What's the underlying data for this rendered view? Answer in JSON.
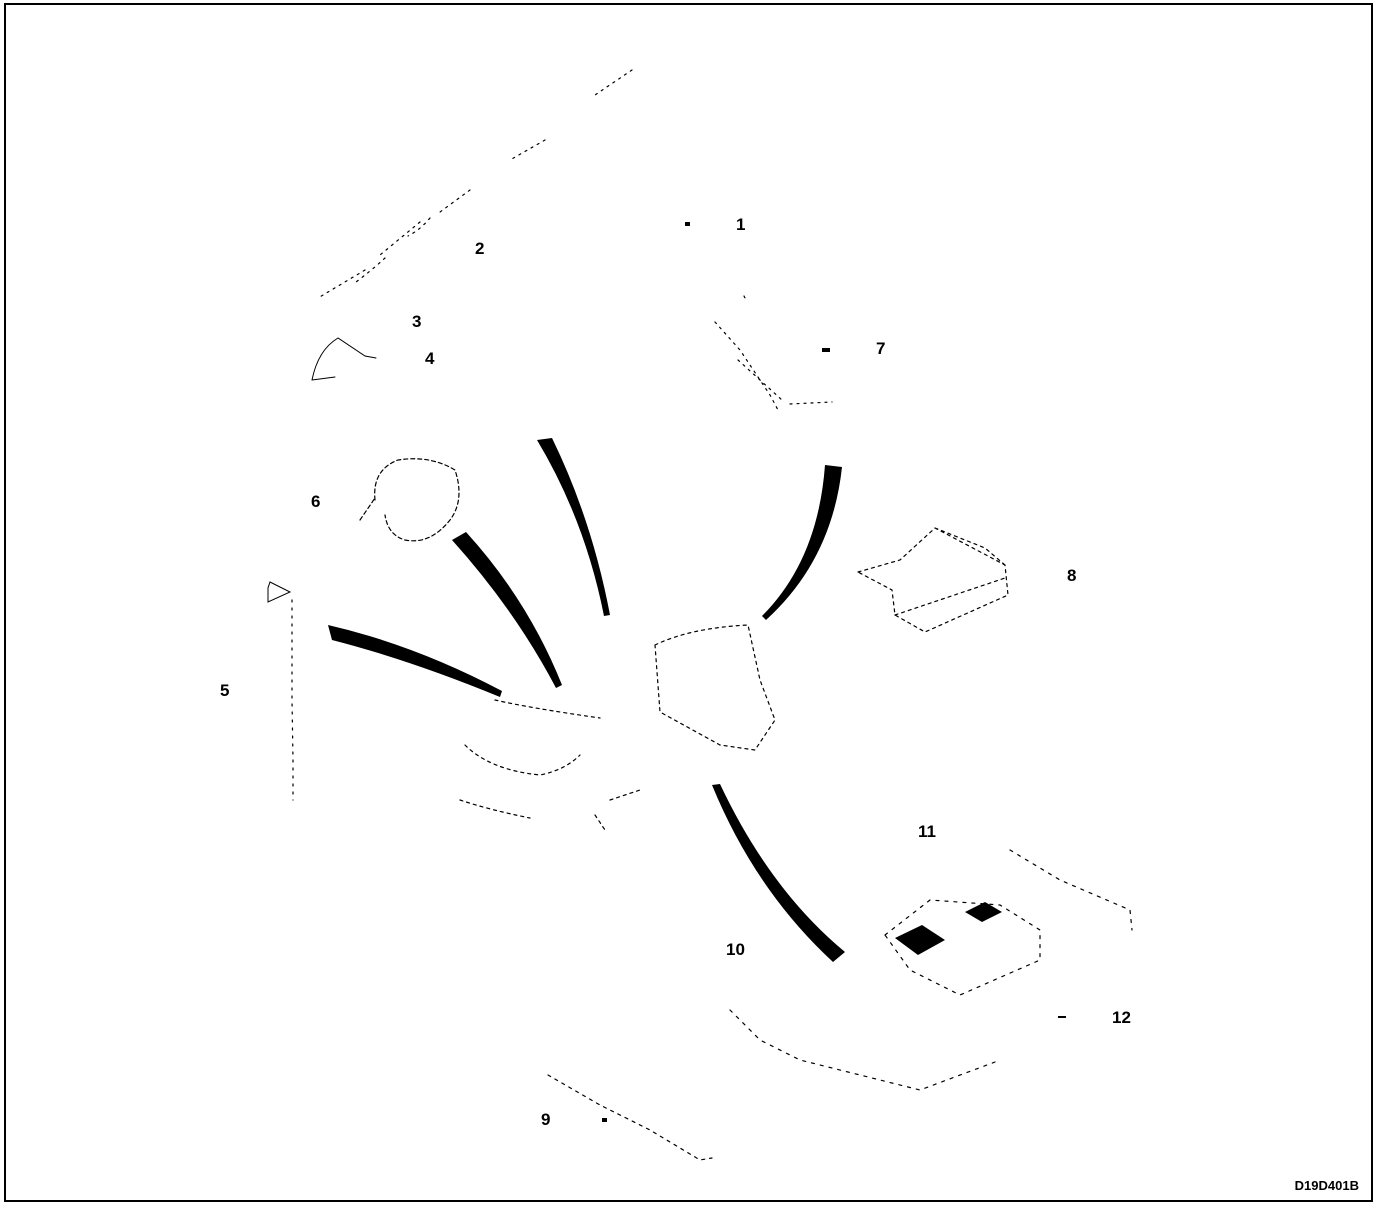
{
  "figure": {
    "code": "D19D401B"
  },
  "callouts": [
    {
      "id": "1",
      "label": "1"
    },
    {
      "id": "2",
      "label": "2"
    },
    {
      "id": "3",
      "label": "3"
    },
    {
      "id": "4",
      "label": "4"
    },
    {
      "id": "5",
      "label": "5"
    },
    {
      "id": "6",
      "label": "6"
    },
    {
      "id": "7",
      "label": "7"
    },
    {
      "id": "8",
      "label": "8"
    },
    {
      "id": "9",
      "label": "9"
    },
    {
      "id": "10",
      "label": "10"
    },
    {
      "id": "11",
      "label": "11"
    },
    {
      "id": "12",
      "label": "12"
    }
  ],
  "colors": {
    "ink": "#000000",
    "paper": "#ffffff"
  }
}
